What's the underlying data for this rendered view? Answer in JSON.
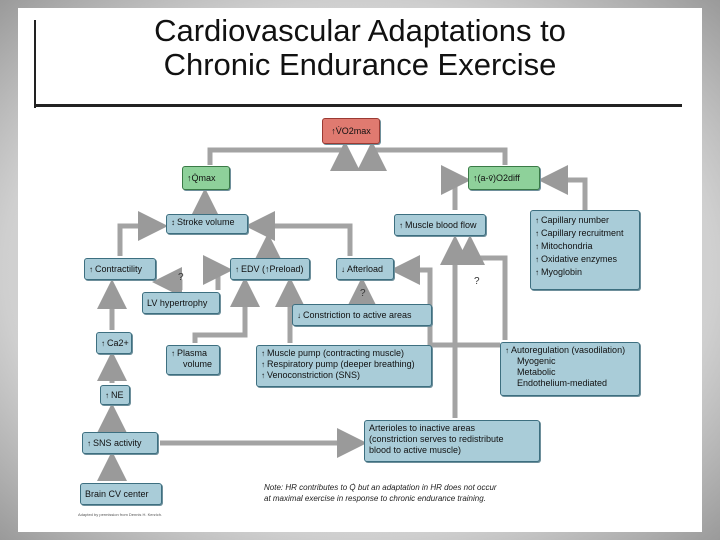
{
  "title": {
    "line1": "Cardiovascular Adaptations to",
    "line2": "Chronic Endurance Exercise"
  },
  "nodes": {
    "vo2max": "↑V̇O2max",
    "qmax": "↑Q̇max",
    "avo2diff": "↑(a-v̄)O2diff",
    "stroke_volume": "Stroke volume",
    "muscle_blood_flow": "Muscle blood flow",
    "capillary": [
      "Capillary number",
      "Capillary recruitment",
      "Mitochondria",
      "Oxidative enzymes",
      "Myoglobin"
    ],
    "contractility": "Contractility",
    "edv": "EDV (↑Preload)",
    "afterload": "Afterload",
    "lv_hypertrophy": "LV hypertrophy",
    "constriction_active": "Constriction to active areas",
    "ca2": "Ca2+",
    "plasma_volume": [
      "Plasma",
      "volume"
    ],
    "muscle_pump": [
      "Muscle pump (contracting muscle)",
      "Respiratory pump (deeper breathing)",
      "Venoconstriction (SNS)"
    ],
    "autoregulation": [
      "Autoregulation (vasodilation)",
      "Myogenic",
      "Metabolic",
      "Endothelium-mediated"
    ],
    "ne": "NE",
    "sns_activity": "SNS activity",
    "arterioles": [
      "Arterioles to inactive areas",
      "(constriction serves to redistribute",
      "blood to active muscle)"
    ],
    "brain_cv": "Brain CV center"
  },
  "question_mark": "?",
  "note": {
    "line1": "Note:  HR contributes to Q̇ but an adaptation in HR does not occur",
    "line2": "at maximal exercise in response to chronic endurance training."
  },
  "credit": "Adapted by permission from Dennis H. Kerzich."
}
